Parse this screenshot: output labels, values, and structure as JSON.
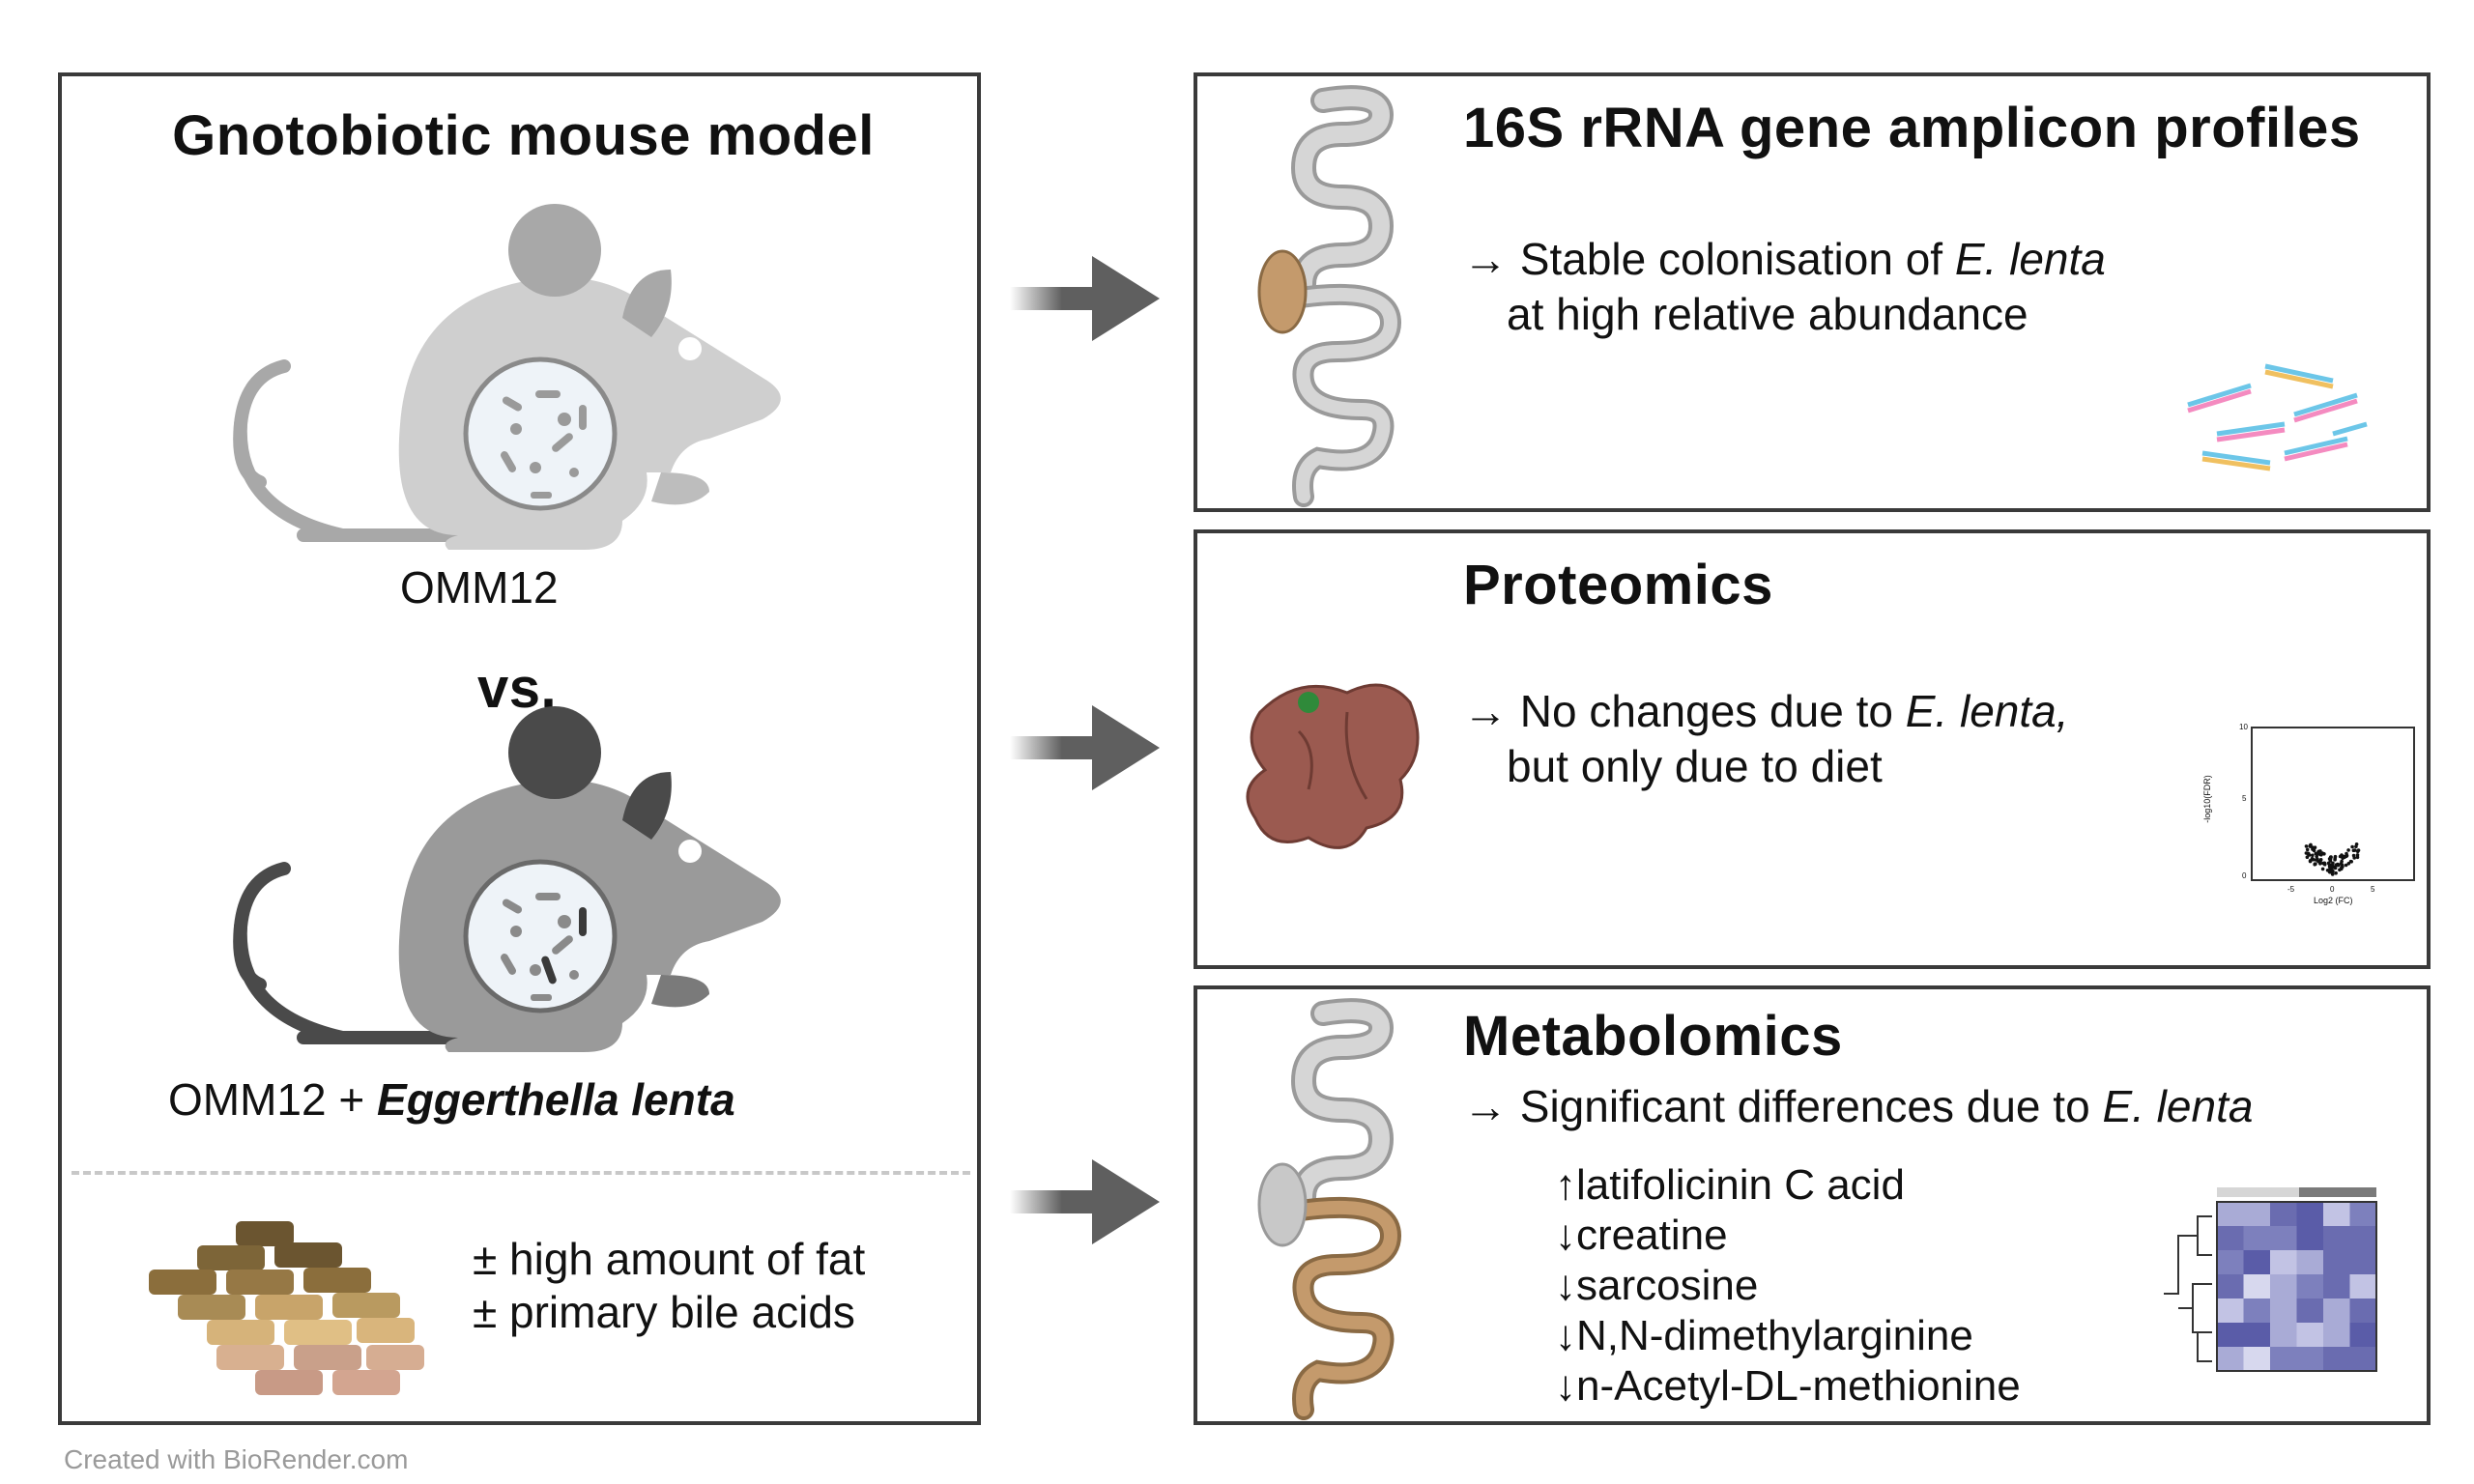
{
  "left": {
    "title": "Gnotobiotic mouse model",
    "mouse1_label": "OMM12",
    "vs": "vs.",
    "mouse2_label_a": "OMM12 + ",
    "mouse2_label_b": "Eggerthella lenta",
    "diet_line1": "± high amount of fat",
    "diet_line2": "± primary bile acids"
  },
  "panels": {
    "amplicon": {
      "title": "16S rRNA gene amplicon profiles",
      "line1_a": "→ Stable colonisation of ",
      "line1_b": "E. lenta",
      "line2": "at high relative abundance"
    },
    "proteomics": {
      "title": "Proteomics",
      "line1_a": "→ No changes due to ",
      "line1_b": "E. lenta,",
      "line2": "but only due to diet",
      "plot": {
        "ylabel": "-log10(FDR)",
        "xlabel": "Log2 (FC)",
        "yticks": [
          "10",
          "5",
          "0"
        ],
        "xticks": [
          "-5",
          "0",
          "5"
        ]
      }
    },
    "metabolomics": {
      "title": "Metabolomics",
      "line1_a": "→ Significant differences due to ",
      "line1_b": "E. lenta",
      "items": [
        "↑latifolicinin C acid",
        "↓creatine",
        "↓sarcosine",
        "↓N,N-dimethylarginine",
        "↓n-Acetyl-DL-methionine"
      ]
    }
  },
  "credit": "Created with BioRender.com",
  "colors": {
    "border": "#3a3a3a",
    "mouse_light": "#cfcfcf",
    "mouse_dark": "#9a9a9a",
    "arrow": "#5f5f5f",
    "liver": "#9b5a50",
    "cecum": "#c49a6c",
    "heatmap": "#5a5ca8"
  }
}
